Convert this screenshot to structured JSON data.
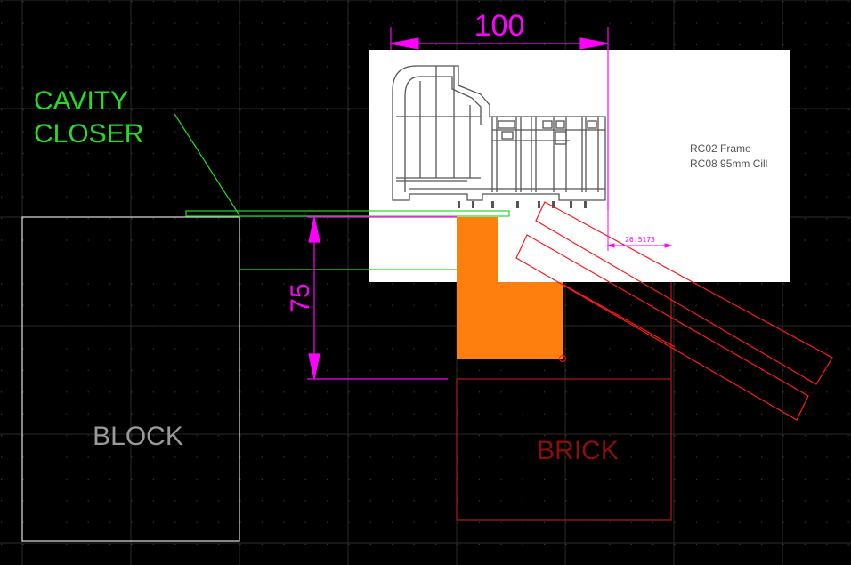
{
  "colors": {
    "background": "#000000",
    "grid_dot": "#3a3a3a",
    "grid_line": "#2a2a2a",
    "block": "#e0e0e0",
    "brick": "#b01818",
    "cavity_closer": "#22dd22",
    "dimension": "#ff00ff",
    "sill_fill": "#ff7f0e",
    "frame_panel": "#ffffff",
    "frame_profile": "#555555",
    "glass_outline": "#ff1a1a"
  },
  "labels": {
    "cavity_closer_line1": "CAVITY",
    "cavity_closer_line2": "CLOSER",
    "block": "BLOCK",
    "brick": "BRICK",
    "frame_note_line1": "RC02 Frame",
    "frame_note_line2": "RC08 95mm Cill"
  },
  "dimensions": {
    "width_mm": "100",
    "height_mm": "75",
    "offset_mm": "26.5173"
  }
}
